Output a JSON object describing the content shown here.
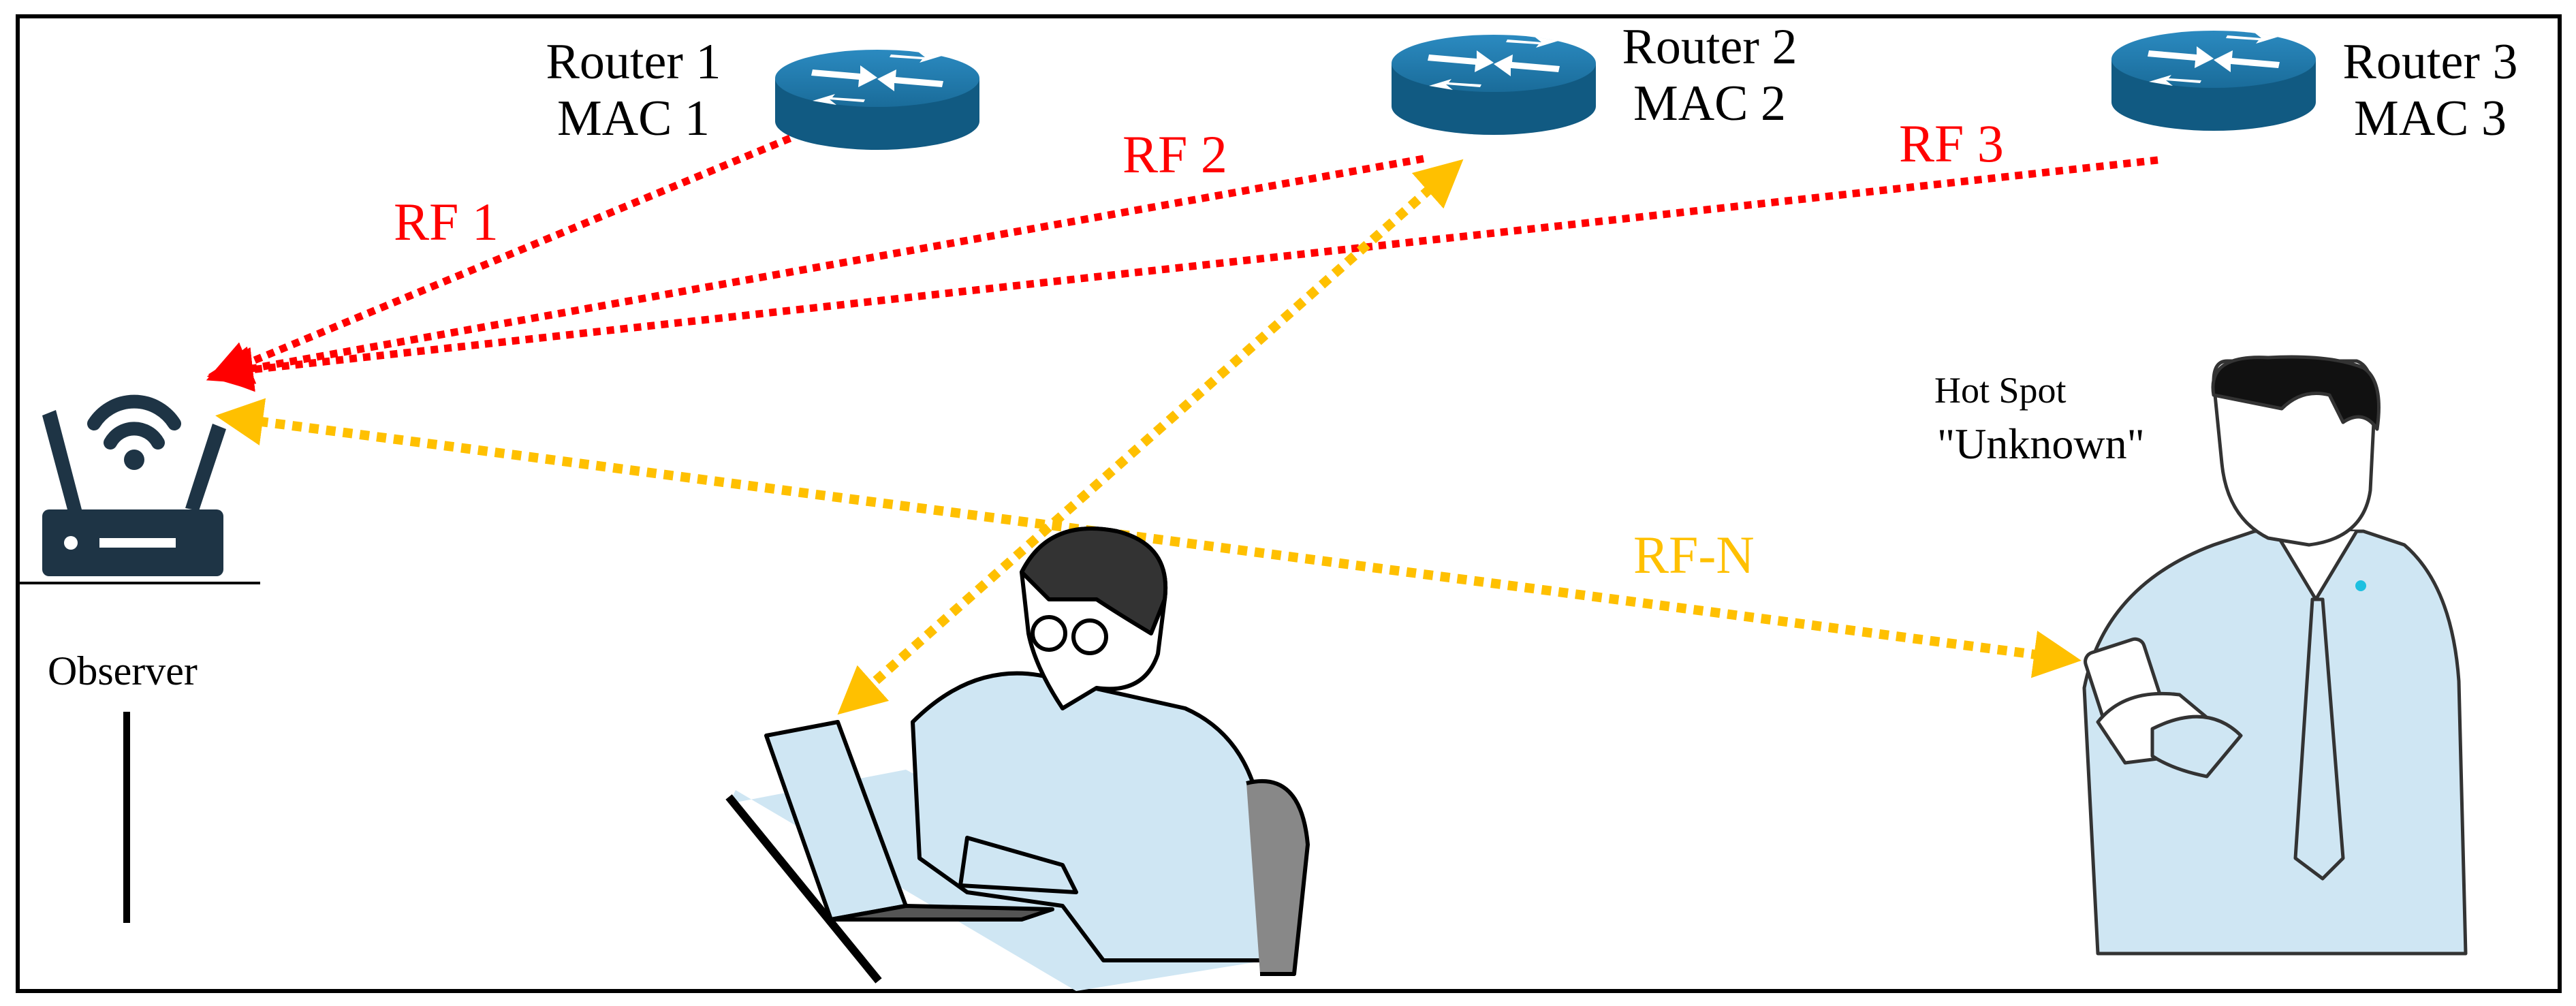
{
  "routers": [
    {
      "name": "Router 1",
      "mac": "MAC 1",
      "icon": "router-icon"
    },
    {
      "name": "Router 2",
      "mac": "MAC 2",
      "icon": "router-icon"
    },
    {
      "name": "Router 3",
      "mac": "MAC 3",
      "icon": "router-icon"
    }
  ],
  "links": [
    {
      "label": "RF 1",
      "color": "#ff0000"
    },
    {
      "label": "RF 2",
      "color": "#ff0000"
    },
    {
      "label": "RF 3",
      "color": "#ff0000"
    },
    {
      "label": "RF-N",
      "color": "#ffc000"
    }
  ],
  "observer": {
    "label": "Observer",
    "icon": "wifi-router-icon"
  },
  "hotspot": {
    "title": "Hot Spot",
    "name": "\"Unknown\"",
    "icon": "person-with-phone-icon"
  },
  "laptop_user": {
    "icon": "person-at-laptop-icon"
  },
  "colors": {
    "router": "#1a6c9a",
    "rf_red": "#ff0000",
    "rf_yellow": "#ffc000",
    "observer": "#1e3445",
    "sketch_fill": "#cfe6f3"
  }
}
